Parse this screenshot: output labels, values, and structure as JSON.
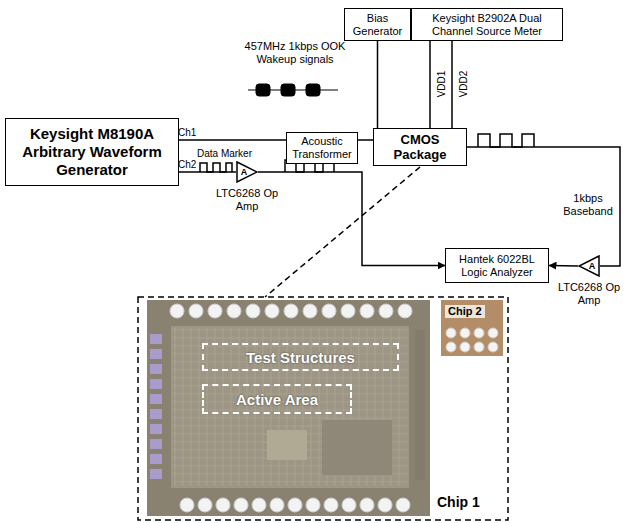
{
  "diagram": {
    "nodes": [
      {
        "text": [
          "Keysight M8190A Arbitrary Waveform Generator"
        ]
      },
      {
        "text": [
          "Bias Generator"
        ]
      },
      {
        "text": [
          "Keysight B2902A Dual Channel Source Meter"
        ]
      },
      {
        "text": [
          "Acoustic Transformer"
        ]
      },
      {
        "text": [
          "CMOS Package"
        ]
      },
      {
        "text": [
          "A",
          "LTC6268 Op Amp"
        ]
      },
      {
        "text": [
          "Hantek 6022BL Logic Analyzer"
        ]
      },
      {
        "text": [
          "A",
          "LTC6268 Op Amp"
        ]
      },
      {
        "text": [
          "Chip 1"
        ]
      },
      {
        "text": [
          "Test Structures"
        ],
        "in": 8
      },
      {
        "text": [
          "Active Area"
        ],
        "in": 8
      },
      {
        "text": [
          "Chip 2"
        ]
      }
    ],
    "edges": [
      {
        "from": 0,
        "to": 3,
        "arrow": "none"
      },
      {
        "from": 3,
        "to": 4,
        "arrow": "none"
      },
      {
        "from": 0,
        "to": 5,
        "label": "Data Marker",
        "arrow": "none"
      },
      {
        "from": 5,
        "to": 6,
        "arrow": "to"
      },
      {
        "from": 1,
        "to": 4,
        "arrow": "none"
      },
      {
        "from": 2,
        "to": 4,
        "label": "VDD1",
        "arrow": "none"
      },
      {
        "from": 2,
        "to": 4,
        "label": "VDD2",
        "arrow": "none"
      },
      {
        "from": 4,
        "to": 7,
        "arrow": "none"
      },
      {
        "from": 7,
        "to": 6,
        "arrow": "to"
      }
    ],
    "labels": [
      "457MHz 1kbps OOK Wakeup signals",
      "Ch1",
      "Ch2",
      "1kbps Baseband"
    ]
  }
}
